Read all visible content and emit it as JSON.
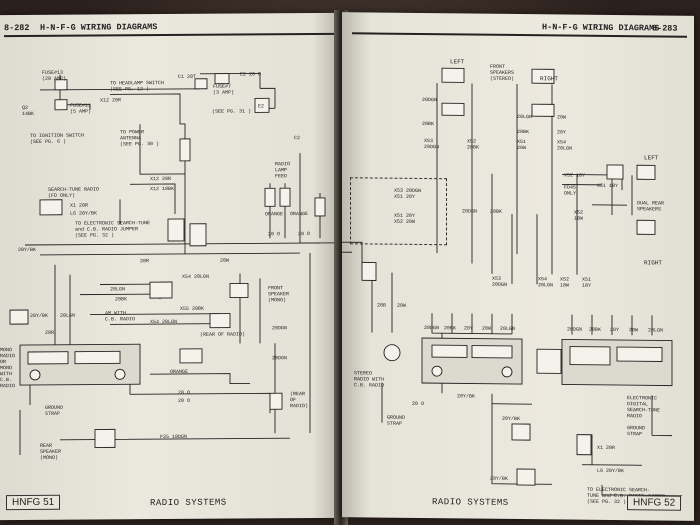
{
  "left_page": {
    "page_number": "8-282",
    "header": "H-N-F-G WIRING DIAGRAMS",
    "footer_box": "HNFG 51",
    "footer_title": "RADIO SYSTEMS",
    "labels": {
      "fuse13": "FUSE#13\n(20 AMP)",
      "fuse11": "FUSE#11\n(5 AMP)",
      "q2": "Q2\n14BK",
      "to_ignition": "TO IGNITION SWITCH\n(SEE PG. 6 )",
      "x12_20r": "X12 20R",
      "to_headlamp": "TO HEADLAMP SWITCH\n(SEE PG. 12 )",
      "c1_20t": "C1 20T",
      "fuse7": "FUSE#7\n(3 AMP)",
      "e2_20o": "E2 20 O",
      "see_pg_31": "(SEE PG. 31 )",
      "e2": "E2",
      "to_power_antenna": "TO POWER\nANTENNA\n(SEE PG. 30 )",
      "x12_20r_b": "X12 20R",
      "x12_18bk": "X12 18BK",
      "search_tune": "SEARCH-TUNE RADIO\n(FD ONLY)",
      "x1_20r": "X1 20R",
      "l6_20y": "L6 20Y/BK",
      "to_electronic": "TO ELECTRONIC SEARCH-TUNE\nand C.B. RADIO JUMPER\n(SEE PG. 32 )",
      "radio_lamp_feed": "RADIO\nLAMP\nFEED",
      "c2": "C2",
      "orange1": "ORANGE",
      "orange2": "ORANGE",
      "orange3": "ORANGE",
      "20o_a": "20 O",
      "20o_b": "20 O",
      "20y_bk": "20Y/BK",
      "20w": "20W",
      "20r": "20R",
      "x54_20lgn": "X54 20LGN",
      "20lgn": "20LGN",
      "20bk": "20BK",
      "x55_20bk": "X55 20BK",
      "am_with_cb": "AM WITH\nC.B. RADIO",
      "x54_20lgn_b": "X54 20LGN",
      "rear_of_radio": "(REAR OF RADIO)",
      "front_speaker": "FRONT\nSPEAKER\n(MONO)",
      "20dgn": "20DGN",
      "mono_radio": "MONO\nRADIO\nOR\nMONO\nWITH\nC.B.\nRADIO",
      "20y_bk_b": "20Y/BK",
      "20lgn_b": "20LGN",
      "20r_b": "20R",
      "20dgn_b": "20DGN",
      "20o_c": "20 O",
      "20o_d": "20 O",
      "ground_strap": "GROUND\nSTRAP",
      "rear_of_radio2": "(REAR\nOF\nRADIO)",
      "rear_speaker": "REAR\nSPEAKER\n(MONO)",
      "f25_18dgn": "F25 18DGN"
    }
  },
  "right_page": {
    "page_number": "8-283",
    "header": "H-N-F-G WIRING DIAGRAMS",
    "footer_box": "HNFG 52",
    "footer_title": "RADIO SYSTEMS",
    "labels": {
      "left": "LEFT",
      "front_speakers": "FRONT\nSPEAKERS\n(STEREO)",
      "right": "RIGHT",
      "20dgn": "20DGN",
      "20bk": "20BK",
      "20lgn": "20LGN",
      "20bk_b": "20BK",
      "20w": "20W",
      "20y": "20Y",
      "x53": "X53\n20DGN",
      "x52": "X52\n20BK",
      "x51": "X51\n20W",
      "x54": "X54\n20LGN",
      "x52_18y": "X52 18Y",
      "fd45_only": "FD45\nONLY",
      "x51_18y": "X51 18Y",
      "x52_18w": "X52\n18W",
      "left_rear": "LEFT",
      "dual_rear": "DUAL REAR\nSPEAKERS",
      "right_rear": "RIGHT",
      "box1": "X53 20DGN\nX51 20Y",
      "box2": "X51 20Y\nX52 20W",
      "20dgn_r": "20DGN",
      "20bk_r": "20BK",
      "x53_b": "X53\n20DGN",
      "x54_b": "X54\n20LGN",
      "x52_b": "X52\n18W",
      "x51_b": "X51\n18Y",
      "20dgn_row": "20DGN",
      "20bk_row": "20BK",
      "20y_row": "20Y",
      "20w_row": "20W",
      "20lgn_row": "20LGN",
      "20dgn_row2": "20DGN",
      "20bk_row2": "20BK",
      "20y_row2": "20Y",
      "20w_row2": "20W",
      "20lgn_row2": "20LGN",
      "20r_left": "20R",
      "20w_left": "20W",
      "stereo_radio": "STEREO\nRADIO WITH\nC.B. RADIO",
      "20o": "20 O",
      "20y_bk": "20Y/BK",
      "ground_strap": "GROUND\nSTRAP",
      "20y_bk_b": "20Y/BK",
      "20y_bk_c": "20Y/BK",
      "electronic_radio": "ELECTRONIC\nDIGITAL\nSEARCH-TUNE\nRADIO",
      "ground_strap2": "GROUND\nSTRAP",
      "x1_20r": "X1 20R",
      "l6_20y": "L6 20Y/BK",
      "to_electronic": "TO ELECTRONIC SEARCH-\nTUNE and C.B. RADIO JUMPER\n(SEE PG. 32 )"
    }
  }
}
